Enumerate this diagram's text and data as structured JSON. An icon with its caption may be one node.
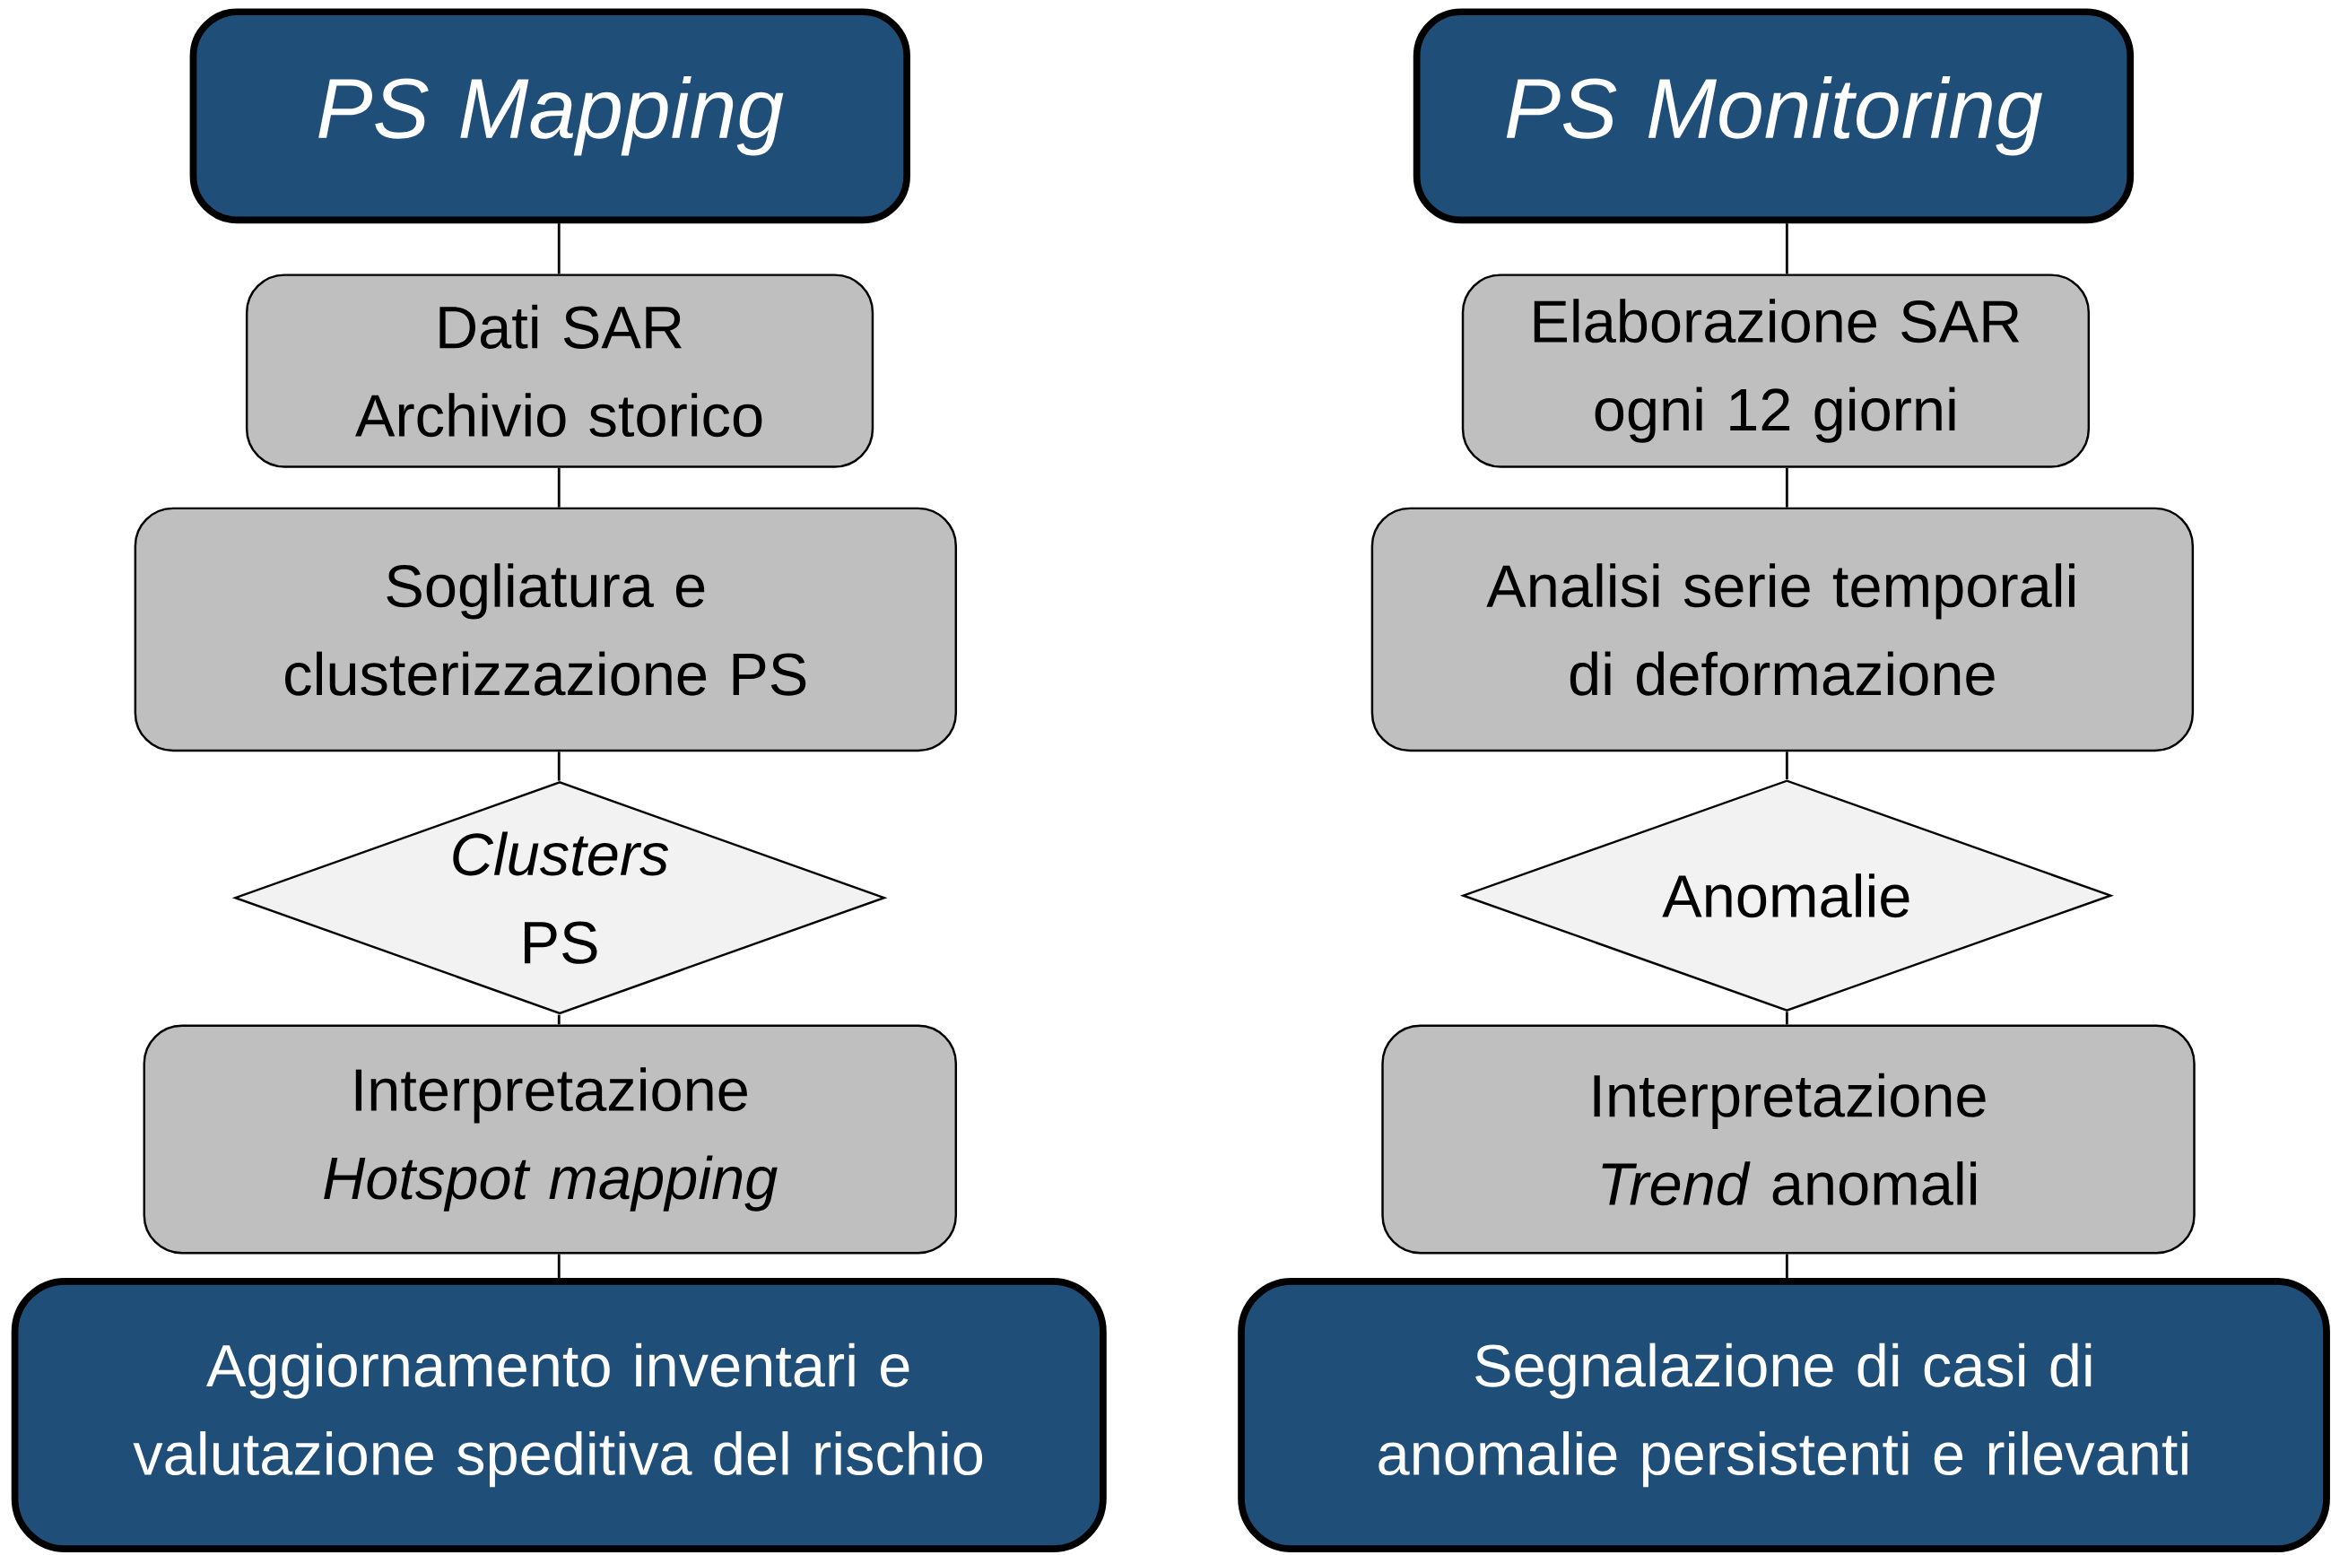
{
  "diagram": {
    "nodes": [
      {
        "text": [
          "PS Mapping"
        ]
      },
      {
        "text": [
          "Dati SAR Archivio storico"
        ]
      },
      {
        "text": [
          "Sogliatura e clusterizzazione PS"
        ]
      },
      {
        "text": [
          "*Clusters* PS"
        ]
      },
      {
        "text": [
          "Interpretazione *Hotspot mapping*"
        ]
      },
      {
        "text": [
          "Aggiornamento inventari e valutazione speditiva del rischio"
        ]
      },
      {
        "text": [
          "PS Monitoring"
        ]
      },
      {
        "text": [
          "Elaborazione SAR ogni 12 giorni"
        ]
      },
      {
        "text": [
          "Analisi serie temporali di deformazione"
        ]
      },
      {
        "text": [
          "Anomalie"
        ]
      },
      {
        "text": [
          "Interpretazione *Trend* anomali"
        ]
      },
      {
        "text": [
          "Segnalazione di casi di anomalie persistenti e rilevanti"
        ]
      }
    ],
    "edges": [
      {
        "from": 0,
        "to": 1,
        "arrow": "none"
      },
      {
        "from": 1,
        "to": 2,
        "arrow": "none"
      },
      {
        "from": 2,
        "to": 3,
        "arrow": "none"
      },
      {
        "from": 3,
        "to": 4,
        "arrow": "none"
      },
      {
        "from": 4,
        "to": 5,
        "arrow": "none"
      },
      {
        "from": 6,
        "to": 7,
        "arrow": "none"
      },
      {
        "from": 7,
        "to": 8,
        "arrow": "none"
      },
      {
        "from": 8,
        "to": 9,
        "arrow": "none"
      },
      {
        "from": 9,
        "to": 10,
        "arrow": "none"
      },
      {
        "from": 10,
        "to": 11,
        "arrow": "none"
      }
    ]
  }
}
